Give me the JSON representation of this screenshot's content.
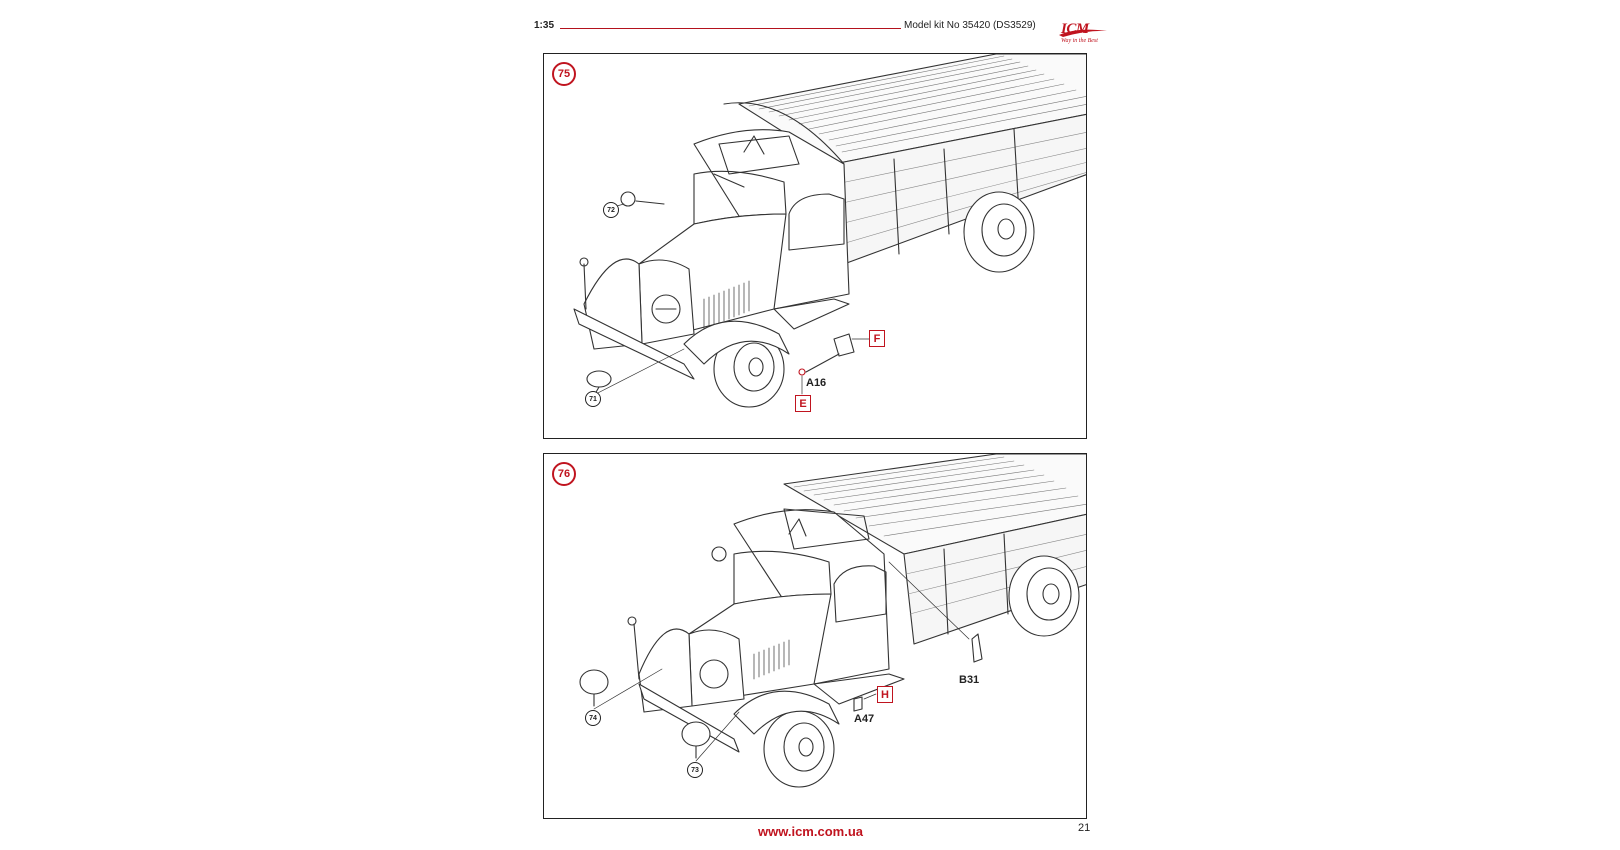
{
  "header": {
    "scale": "1:35",
    "model": "Model kit No 35420 (DS3529)",
    "logo_text": "ICM",
    "logo_slogan": "Way in the Best"
  },
  "steps": [
    {
      "number": "75",
      "callouts": [
        "72",
        "71"
      ],
      "parts": [
        "A16"
      ],
      "tags": [
        "F",
        "E"
      ]
    },
    {
      "number": "76",
      "callouts": [
        "74",
        "73"
      ],
      "parts": [
        "B31",
        "A47"
      ],
      "tags": [
        "H"
      ]
    }
  ],
  "footer": {
    "url": "www.icm.com.ua",
    "page": "21"
  }
}
